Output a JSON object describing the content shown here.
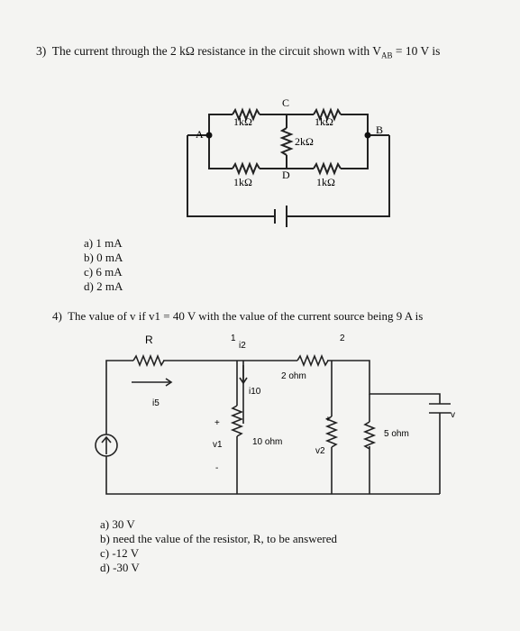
{
  "question3": {
    "number": "3)",
    "text": "The current through the 2 kΩ resistance in the circuit shown with V",
    "sub": "AB",
    "text_end": " = 10 V is",
    "circuit": {
      "node_a": "A",
      "node_b": "B",
      "node_c": "C",
      "node_d": "D",
      "r_top_left": "1kΩ",
      "r_top_right": "1kΩ",
      "r_middle": "2kΩ",
      "r_bottom_left": "1kΩ",
      "r_bottom_right": "1kΩ"
    },
    "options": [
      "a) 1 mA",
      "b) 0 mA",
      "c) 6 mA",
      "d) 2 mA"
    ]
  },
  "question4": {
    "number": "4)",
    "text": "The value of v if v1 = 40 V with the value of the current source being 9 A is",
    "circuit": {
      "node1": "1",
      "node2": "2",
      "r_label": "R",
      "i12": "i2",
      "i15": "i5",
      "i10": "i10",
      "r2": "2 ohm",
      "r10": "10 ohm",
      "r5": "5 ohm",
      "v1": "v1",
      "v2": "v2",
      "v": "v",
      "plus": "+",
      "minus": "-"
    },
    "options": [
      "a) 30 V",
      "b) need the value of the resistor, R, to be answered",
      "c) -12 V",
      "d) -30 V"
    ]
  }
}
